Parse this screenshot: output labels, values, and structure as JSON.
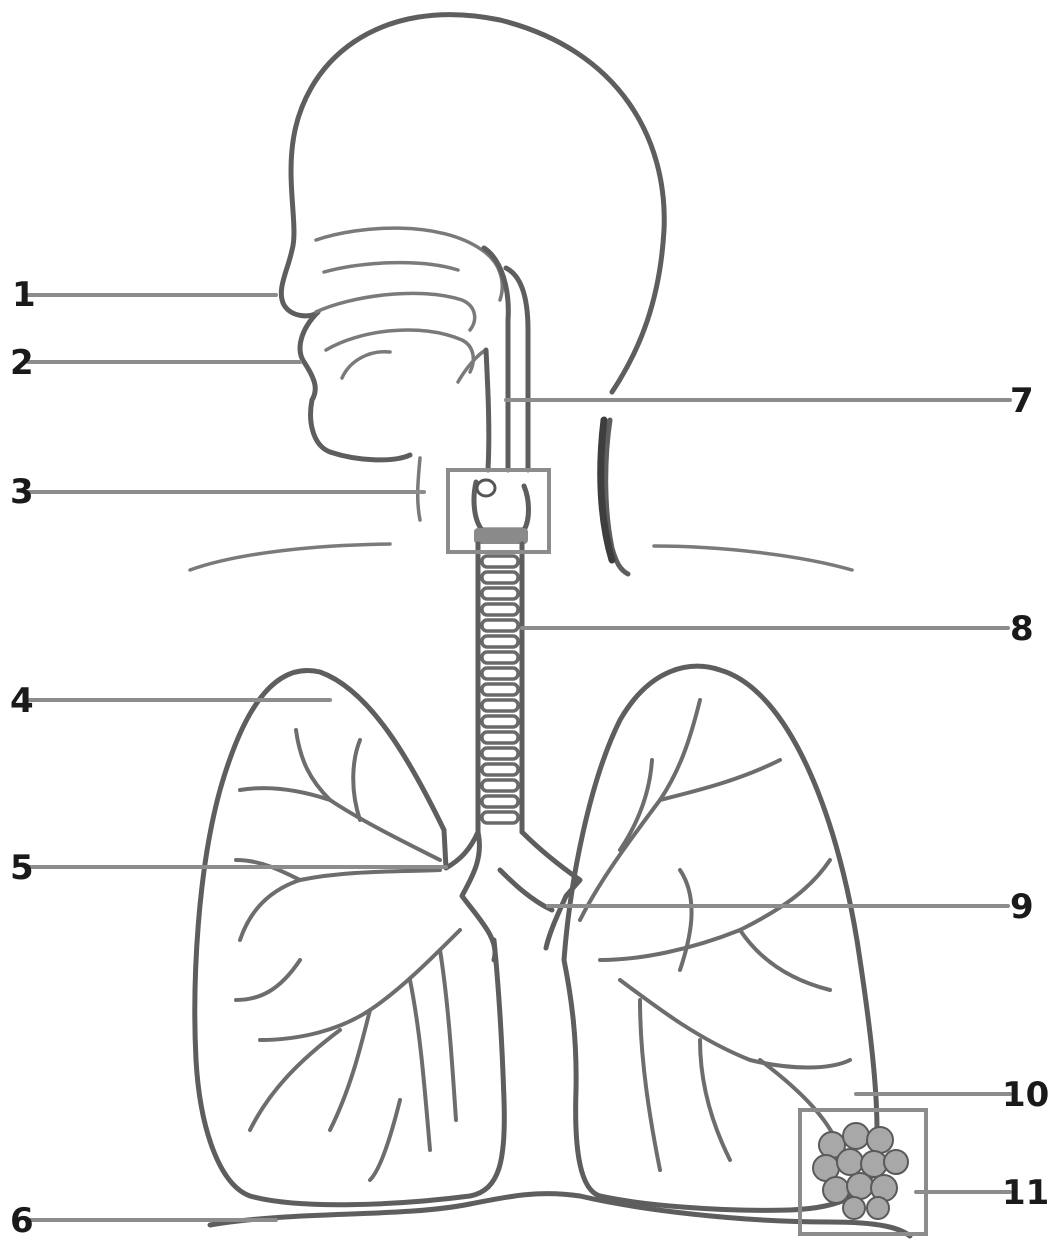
{
  "diagram": {
    "labels": [
      {
        "id": "label-1",
        "text": "1"
      },
      {
        "id": "label-2",
        "text": "2"
      },
      {
        "id": "label-3",
        "text": "3"
      },
      {
        "id": "label-4",
        "text": "4"
      },
      {
        "id": "label-5",
        "text": "5"
      },
      {
        "id": "label-6",
        "text": "6"
      },
      {
        "id": "label-7",
        "text": "7"
      },
      {
        "id": "label-8",
        "text": "8"
      },
      {
        "id": "label-9",
        "text": "9"
      },
      {
        "id": "label-10",
        "text": "10"
      },
      {
        "id": "label-11",
        "text": "11"
      }
    ],
    "colors": {
      "outline": "#5e5e5e",
      "leader": "#8c8c8c",
      "label": "#1a1a1a",
      "alveoli": "#a8a8a8"
    }
  }
}
